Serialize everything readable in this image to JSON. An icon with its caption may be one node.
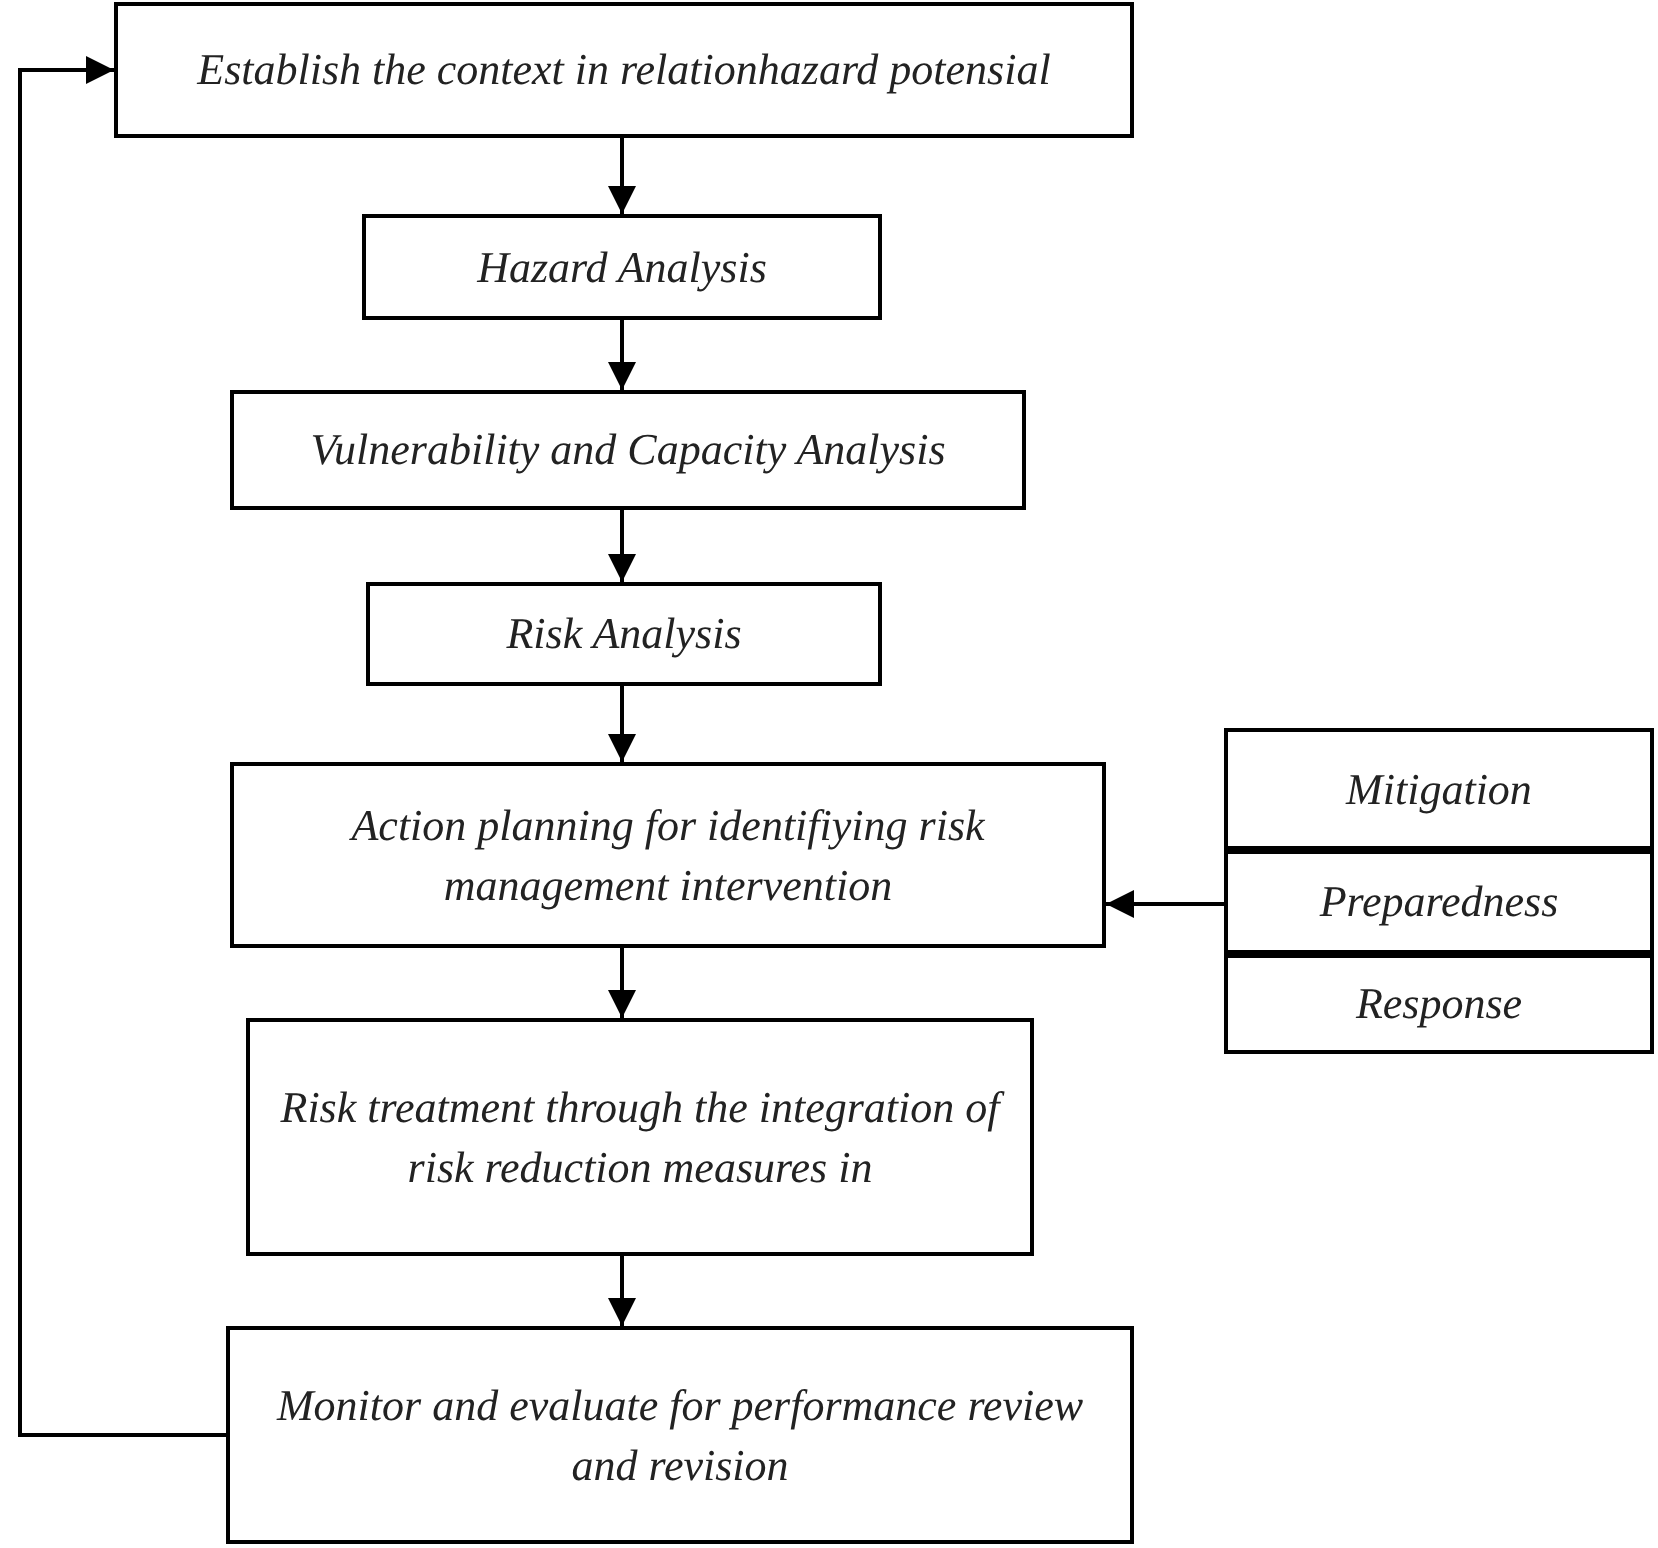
{
  "diagram": {
    "nodes": [
      {
        "text": [
          "Establish the context in relationhazard potensial"
        ]
      },
      {
        "text": [
          "Hazard Analysis"
        ]
      },
      {
        "text": [
          "Vulnerability and Capacity Analysis"
        ]
      },
      {
        "text": [
          "Risk Analysis"
        ]
      },
      {
        "text": [
          "Action planning for identifiying risk management intervention"
        ]
      },
      {
        "text": [
          "Mitigation"
        ]
      },
      {
        "text": [
          "Preparedness"
        ]
      },
      {
        "text": [
          "Response"
        ]
      },
      {
        "text": [
          "Risk treatment through the integration of risk reduction measures in"
        ]
      },
      {
        "text": [
          "Monitor and evaluate for performance review and revision"
        ]
      }
    ],
    "edges": [
      {
        "from": 0,
        "to": 1,
        "arrow": "to"
      },
      {
        "from": 1,
        "to": 2,
        "arrow": "to"
      },
      {
        "from": 2,
        "to": 3,
        "arrow": "to"
      },
      {
        "from": 3,
        "to": 4,
        "arrow": "to"
      },
      {
        "from": 6,
        "to": 4,
        "arrow": "to"
      },
      {
        "from": 4,
        "to": 8,
        "arrow": "to"
      },
      {
        "from": 8,
        "to": 9,
        "arrow": "to"
      },
      {
        "from": 9,
        "to": 0,
        "arrow": "to"
      }
    ]
  }
}
